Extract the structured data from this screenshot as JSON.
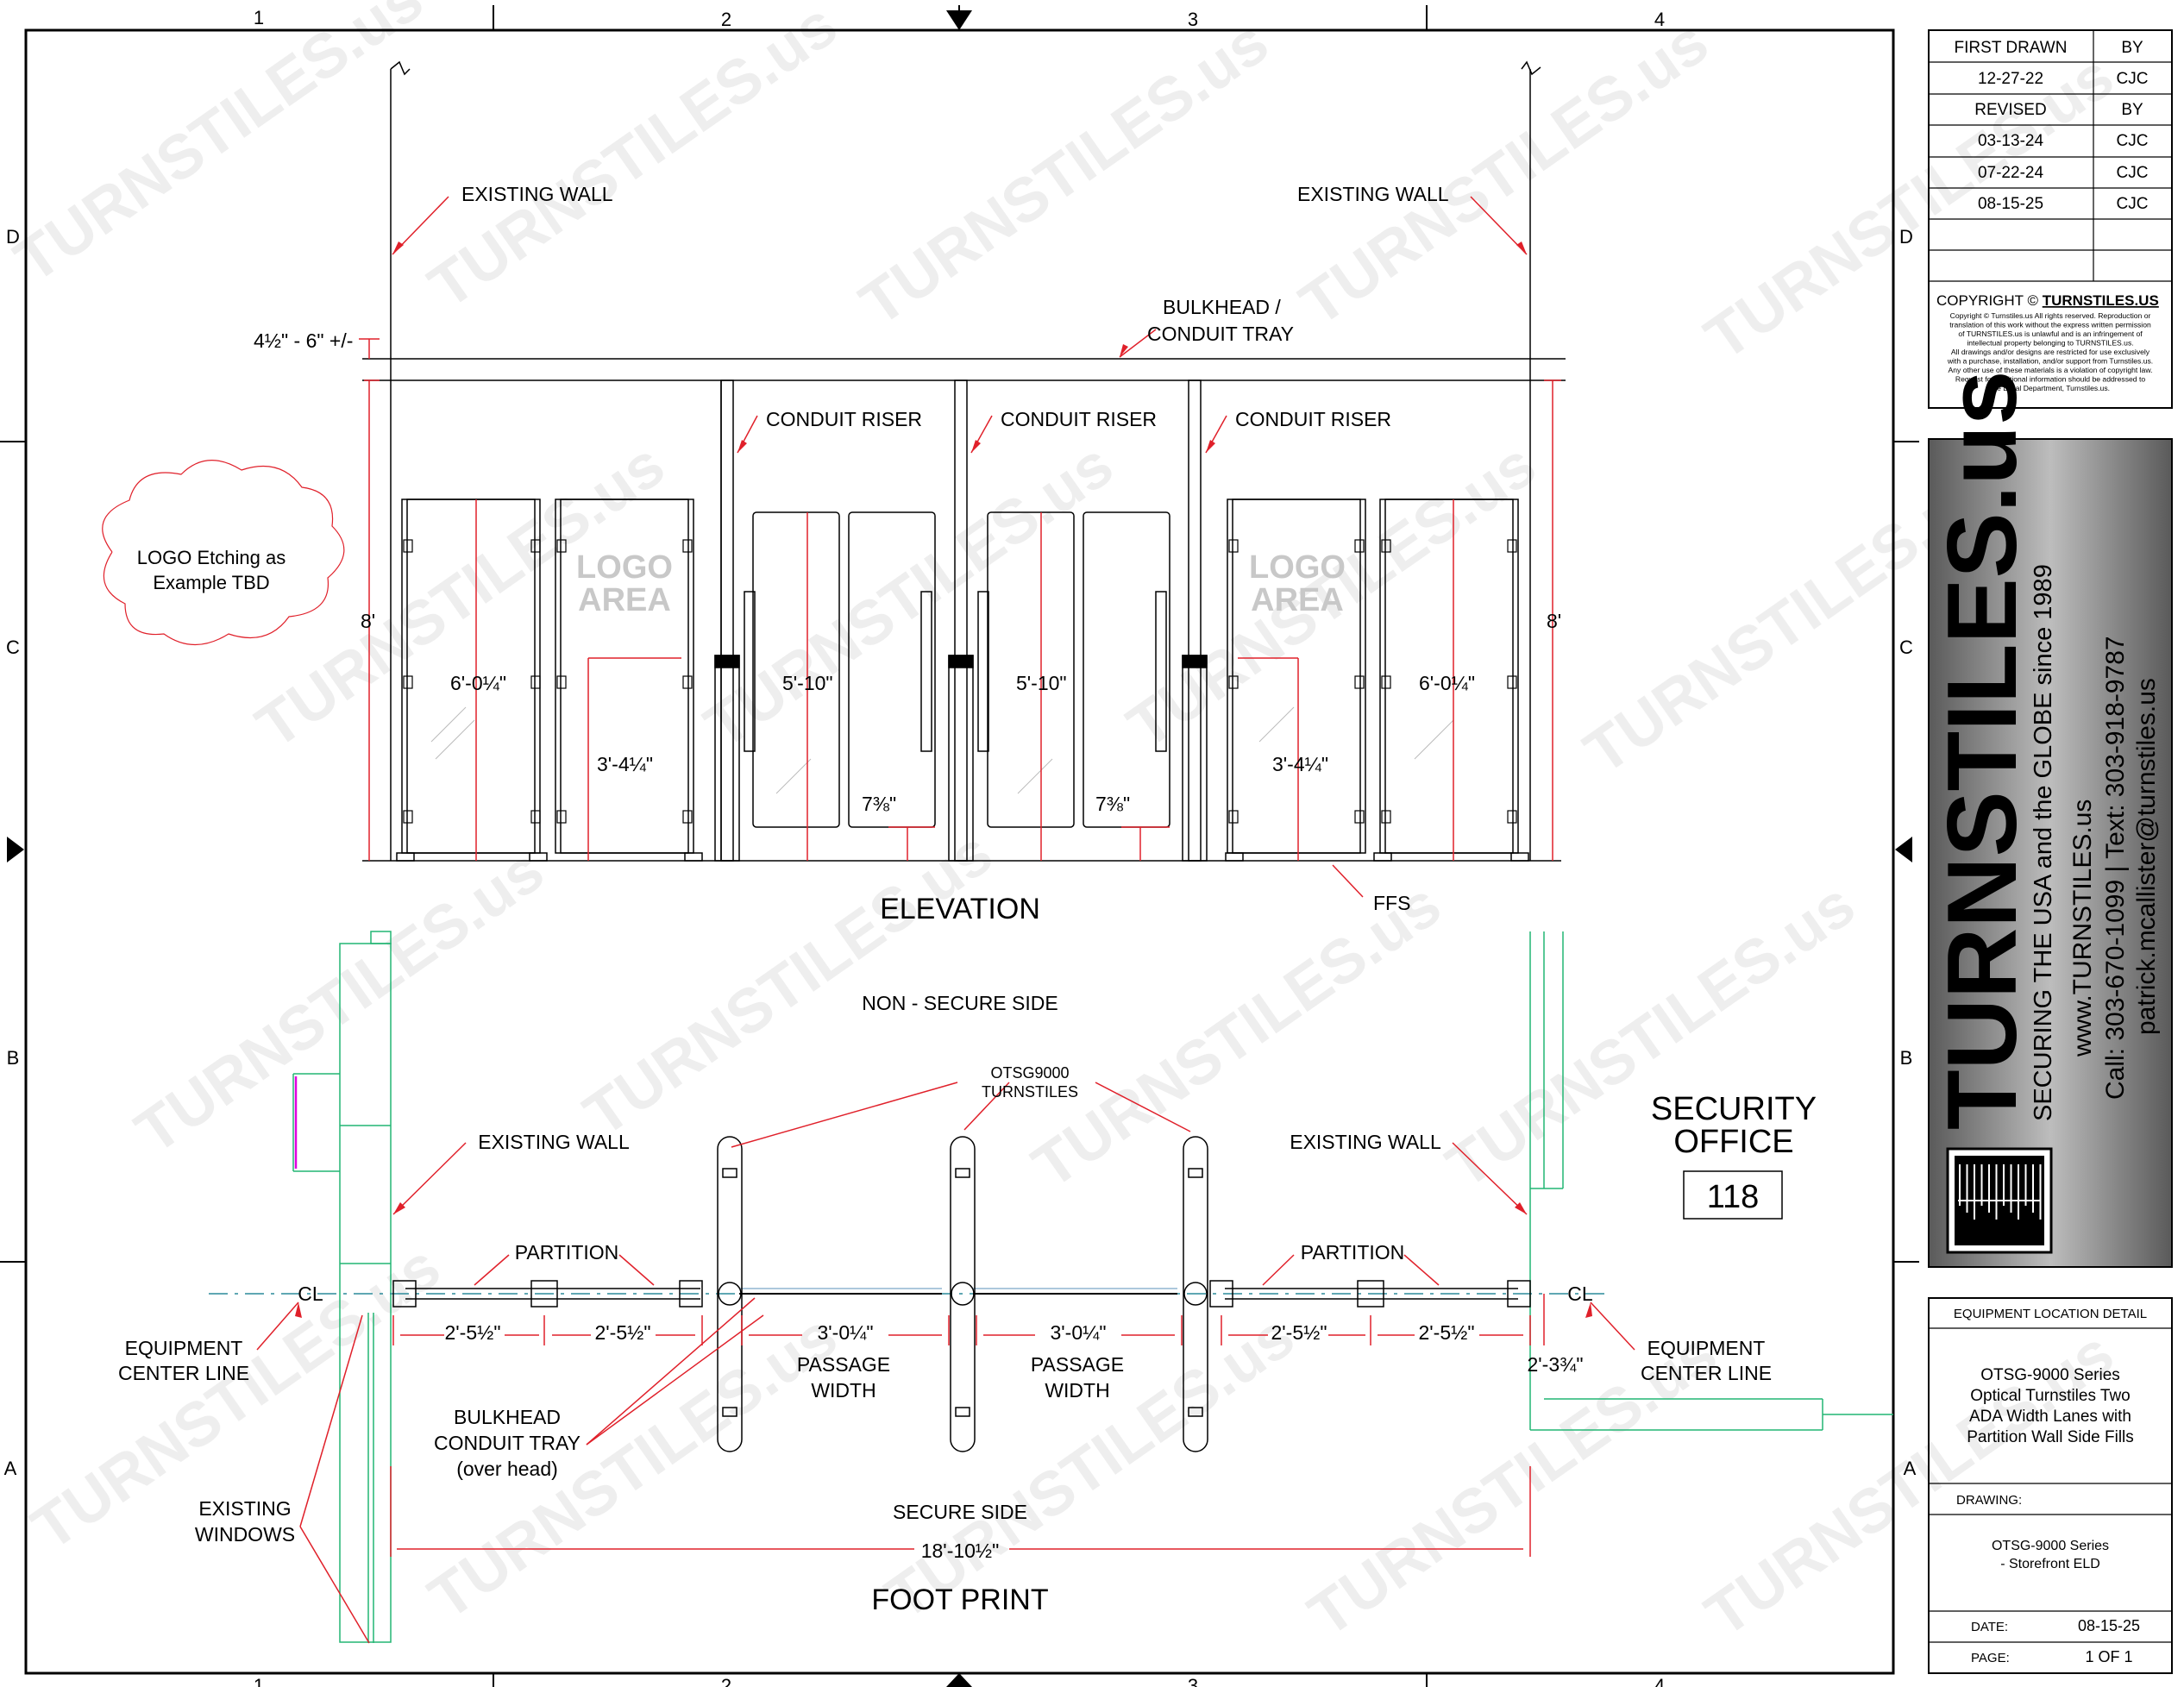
{
  "grid": {
    "columns": [
      "1",
      "2",
      "3",
      "4"
    ],
    "rows": [
      "D",
      "C",
      "B",
      "A"
    ]
  },
  "elevation": {
    "title": "ELEVATION",
    "existing_wall_left": "EXISTING WALL",
    "existing_wall_right": "EXISTING WALL",
    "bulkhead_line1": "BULKHEAD /",
    "bulkhead_line2": "CONDUIT TRAY",
    "bulkhead_dim": "4½\" - 6\" +/-",
    "conduit_riser": [
      "CONDUIT RISER",
      "CONDUIT RISER",
      "CONDUIT RISER"
    ],
    "logo_note_line1": "LOGO Etching as",
    "logo_note_line2": "Example TBD",
    "logo_area_line1": "LOGO",
    "logo_area_line2": "AREA",
    "height_total": "8'",
    "panel_height": "6'-0¼\"",
    "logo_height": "3'-4¼\"",
    "gate_height": "5'-10\"",
    "gate_gap": "7⅜\"",
    "floor": "FFS"
  },
  "footprint": {
    "title": "FOOT PRINT",
    "non_secure": "NON - SECURE SIDE",
    "secure": "SECURE SIDE",
    "turnstiles_line1": "OTSG9000",
    "turnstiles_line2": "TURNSTILES",
    "existing_wall_left": "EXISTING WALL",
    "existing_wall_right": "EXISTING WALL",
    "partition": "PARTITION",
    "cl": "CL",
    "equipment_line1": "EQUIPMENT",
    "equipment_line2": "CENTER LINE",
    "partition_dim": "2'-5½\"",
    "passage_dim": "3'-0¼\"",
    "passage_line1": "PASSAGE",
    "passage_line2": "WIDTH",
    "right_dim": "2'-3¾\"",
    "bulkhead_line1": "BULKHEAD",
    "bulkhead_line2": "CONDUIT TRAY",
    "bulkhead_line3": "(over head)",
    "windows_line1": "EXISTING",
    "windows_line2": "WINDOWS",
    "overall_dim": "18'-10½\"",
    "security_line1": "SECURITY",
    "security_line2": "OFFICE",
    "room_number": "118"
  },
  "title_block": {
    "first_drawn_label": "FIRST DRAWN",
    "by_label": "BY",
    "first_drawn_date": "12-27-22",
    "first_drawn_by": "CJC",
    "revised_label": "REVISED",
    "revisions": [
      {
        "date": "03-13-24",
        "by": "CJC"
      },
      {
        "date": "07-22-24",
        "by": "CJC"
      },
      {
        "date": "08-15-25",
        "by": "CJC"
      }
    ],
    "copyright_label": "COPYRIGHT © ",
    "copyright_brand": "TURNSTILES.US",
    "copyright_text": [
      "Copyright © Turnstiles.us All rights reserved. Reproduction or",
      "translation of this work without the express written permission",
      "of TURNSTILES.us is unlawful and is an infringement of",
      "intellectual property belonging to TURNSTILES.us.",
      "All drawings and/or designs are restricted for use exclusively",
      "with a purchase, installation, and/or support from Turnstiles.us.",
      "Any other use of these materials is a violation of copyright law.",
      "Request for additional information should be addressed to",
      "the Legal Department, Turnstiles.us."
    ],
    "brand": "TURNSTILES.us",
    "tagline": "SECURING THE USA and the GLOBE since 1989",
    "website": "www.TURNSTILES.us",
    "phone": "Call: 303-670-1099  |  Text: 303-918-9787",
    "email": "patrick.mcallister@turnstiles.us",
    "detail_header": "EQUIPMENT LOCATION DETAIL",
    "detail_desc": [
      "OTSG-9000 Series",
      "Optical Turnstiles Two",
      "ADA Width Lanes with",
      "Partition Wall Side Fills"
    ],
    "drawing_label": "DRAWING:",
    "drawing_name": [
      "OTSG-9000 Series",
      "- Storefront ELD"
    ],
    "date_label": "DATE:",
    "date_value": "08-15-25",
    "page_label": "PAGE:",
    "page_value": "1  OF  1"
  },
  "watermark": "TURNSTILES.us",
  "colors": {
    "line": "#000000",
    "dimension": "#e0202a",
    "existing": "#22b573",
    "magenta": "#e000e0",
    "brand_bg": "#6a6a6a"
  }
}
